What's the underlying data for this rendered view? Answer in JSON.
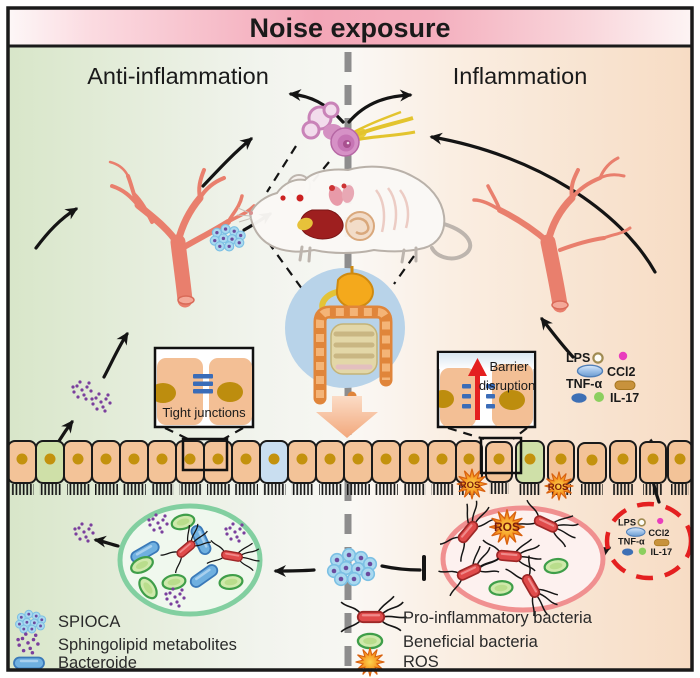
{
  "figure": {
    "title": "Noise exposure",
    "left_section_label": "Anti-inflammation",
    "right_section_label": "Inflammation"
  },
  "insets": {
    "tight_junctions_label": "Tight junctions",
    "barrier_disruption_line1": "Barrier",
    "barrier_disruption_line2": "disruption"
  },
  "cytokines": {
    "lps": "LPS",
    "tnf_alpha": "TNF-α",
    "ccl2": "CCl2",
    "il17": "IL-17"
  },
  "labels": {
    "ros": "ROS"
  },
  "legend_left": {
    "items": [
      {
        "icon": "spioca-cluster-icon",
        "label": "SPIOCA"
      },
      {
        "icon": "sphingolipid-dots-icon",
        "label": "Sphingolipid metabolites"
      },
      {
        "icon": "bacteroide-rod-icon",
        "label": "Bacteroide"
      }
    ]
  },
  "legend_right": {
    "items": [
      {
        "icon": "pro-inflammatory-bacterium-icon",
        "label": "Pro-inflammatory bacteria"
      },
      {
        "icon": "beneficial-bacterium-icon",
        "label": "Beneficial bacteria"
      },
      {
        "icon": "ros-starburst-icon",
        "label": "ROS"
      }
    ]
  },
  "colors": {
    "title_gradient_pink": "#f3a6b7",
    "left_background_green": "#d8e6c9",
    "right_background_peach": "#f7dcc4",
    "divider_gray": "#8d8d8d",
    "epithelial_cell": "#f3c398",
    "cell_nucleus": "#c3920e",
    "green_cell": "#cfe0a8",
    "blue_cell": "#c9def0",
    "healthy_circle_green": "#82cfa0",
    "inflamed_circle_pink": "#f09090",
    "vessel_salmon": "#e97f6d",
    "ros_orange": "#f7a028",
    "spioca_blue": "#a9d9f0",
    "sphingolipid_purple": "#7a3f9d",
    "bacteroide_blue": "#6fb0e0",
    "pro_inflammatory_red": "#e04b4b",
    "beneficial_green": "#cfe9ab",
    "barrier_arrow_red": "#e42020",
    "tight_junction_blue": "#3a6cb8"
  }
}
